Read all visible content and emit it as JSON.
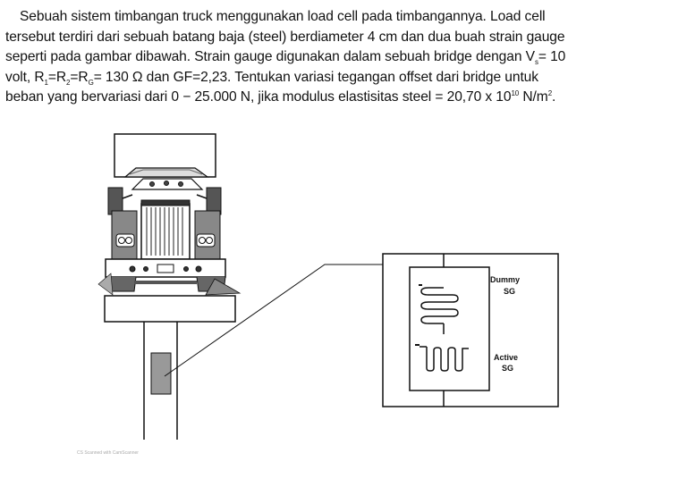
{
  "problem": {
    "line1": "Sebuah sistem timbangan truck menggunakan load cell pada timbangannya. Load cell",
    "line2": "tersebut terdiri dari sebuah batang baja (steel) berdiameter 4 cm dan dua buah strain gauge",
    "line3_main": "seperti pada gambar dibawah. Strain gauge digunakan dalam sebuah bridge dengan V",
    "line3_sub": "s",
    "line3_tail": "= 10",
    "line4_a": "volt, R",
    "line4_s1": "1",
    "line4_b": "=R",
    "line4_s2": "2",
    "line4_c": "=R",
    "line4_s3": "G",
    "line4_d": "= 130 Ω dan GF=2,23. Tentukan variasi tegangan offset dari bridge untuk",
    "line5_a": "beban yang bervariasi dari 0 − 25.000 N, jika modulus elastisitas steel = 20,70 x 10",
    "line5_exp": "10",
    "line5_b": " N/m",
    "line5_exp2": "2",
    "line5_c": "."
  },
  "figure": {
    "dummy_label_1": "Dummy",
    "dummy_label_2": "SG",
    "active_label_1": "Active",
    "active_label_2": "SG",
    "watermark": "CS  Scanned with CamScanner"
  }
}
